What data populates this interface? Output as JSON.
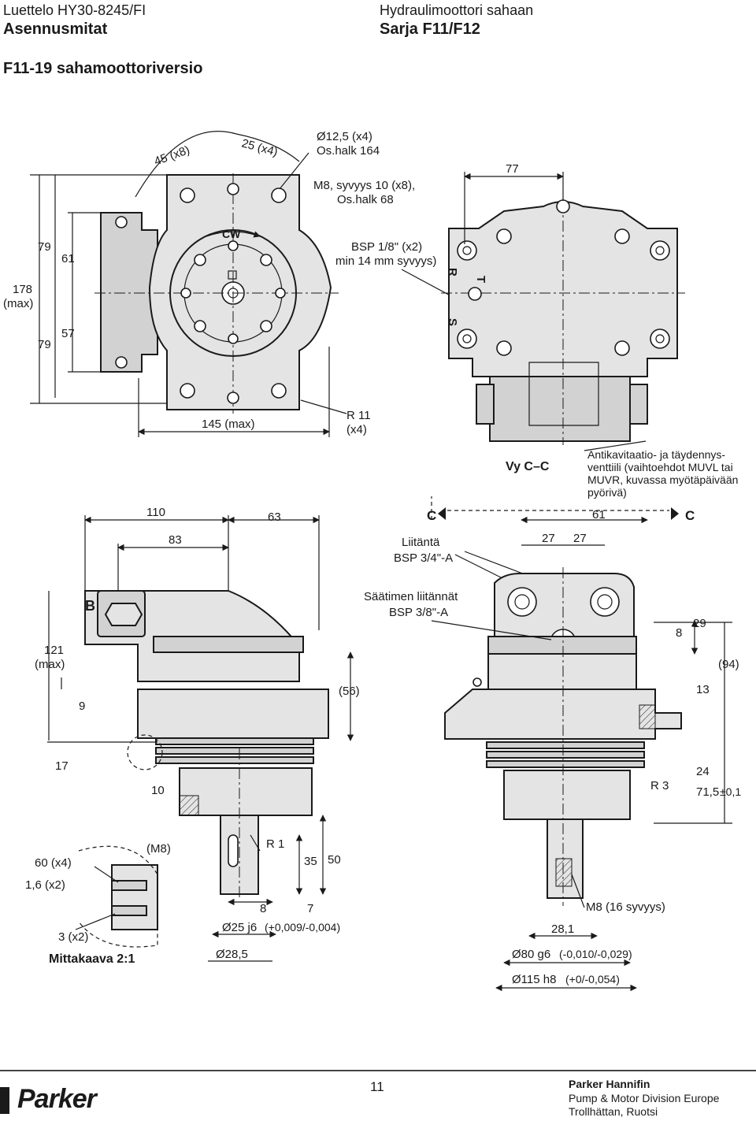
{
  "header": {
    "doc_code": "Luettelo HY30-8245/FI",
    "section": "Asennusmitat",
    "product": "Hydraulimoottori sahaan",
    "series": "Sarja F11/F12"
  },
  "page_title": "F11-19 sahamoottoriversio",
  "top_view": {
    "labels": {
      "d_45_x8": "45  (x8)",
      "d_25_x4": "25  (x4)",
      "hole_dia": "Ø12,5 (x4)",
      "hole_pcd": "Os.halk 164",
      "thread": "M8, syvyys 10 (x8),",
      "thread_pcd": "Os.halk 68",
      "cw": "CW",
      "bsp18": "BSP 1/8\" (x2)",
      "bsp18_depth": "min 14 mm syvyys)",
      "d79a": "79",
      "d61": "61",
      "d178": "178",
      "d178_max": "(max)",
      "d57": "57",
      "d79b": "79",
      "d145": "145 (max)",
      "r11": "R 11",
      "r11_x4": "(x4)",
      "d77": "77",
      "port_r": "R",
      "port_t": "T",
      "port_s": "S"
    }
  },
  "section_view": {
    "labels": {
      "vy_cc": "Vy C–C",
      "valve_1": "Antikavitaatio- ja täydennys-",
      "valve_2": "venttiili (vaihtoehdot MUVL tai",
      "valve_3": "MUVR, kuvassa myötäpäivään",
      "valve_4": "pyörivä)",
      "c_left": "C",
      "c_right": "C",
      "d110": "110",
      "d63": "63",
      "d83": "83",
      "liitanta": "Liitäntä",
      "liitanta_bsp": "BSP 3/4\"-A",
      "d61": "61",
      "d27a": "27",
      "d27b": "27",
      "port_b": "B",
      "saatimen": "Säätimen liitännät",
      "saatimen_bsp": "BSP 3/8\"-A",
      "d121": "121",
      "d121_max": "(max)",
      "d8": "8",
      "d29": "29",
      "d94": "(94)",
      "d9": "9",
      "d56": "(56)",
      "d13": "13",
      "d17": "17",
      "d10": "10",
      "r3": "R 3",
      "d24": "24",
      "d71": "71,5",
      "d71_tol": "±0,1",
      "d60": "60  (x4)",
      "d16": "1,6 (x2)",
      "m8": "(M8)",
      "r1": "R 1",
      "d35": "35",
      "d50": "50",
      "d3": "3 (x2)",
      "mittakaava": "Mittakaava 2:1",
      "d8b": "8",
      "d7": "7",
      "d25": "Ø25 j6",
      "d25_tol": "(+0,009/-0,004)",
      "d285": "Ø28,5",
      "m8_16": "M8 (16 syvyys)",
      "d281": "28,1",
      "d80": "Ø80 g6",
      "d80_tol": "(-0,010/-0,029)",
      "d115": "Ø115 h8",
      "d115_tol": "(+0/-0,054)"
    }
  },
  "footer": {
    "logo": "Parker",
    "page_number": "11",
    "company": "Parker Hannifin",
    "division": "Pump & Motor Division Europe",
    "location": "Trollhättan, Ruotsi"
  }
}
